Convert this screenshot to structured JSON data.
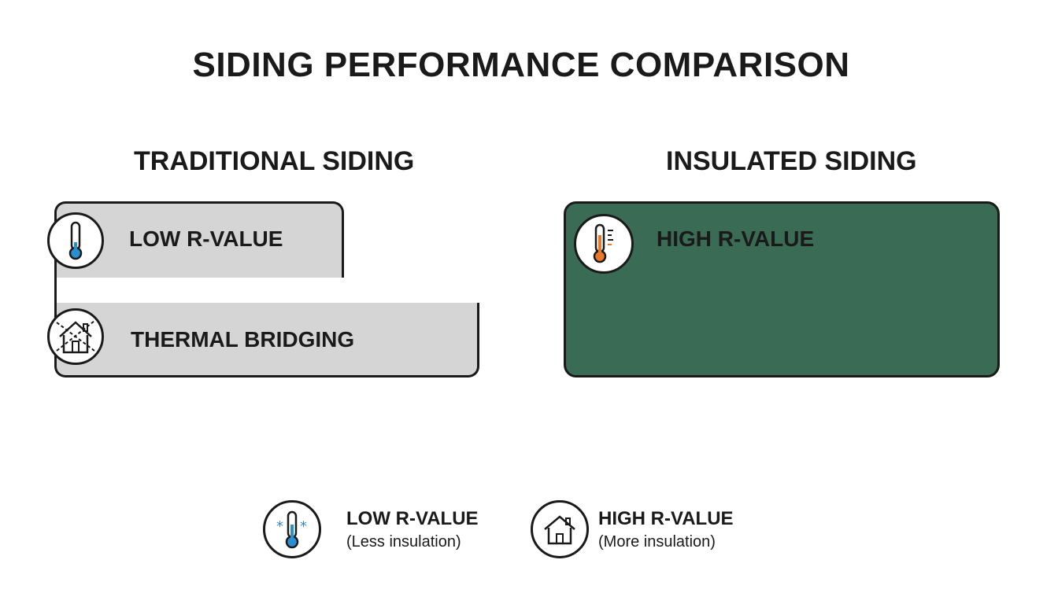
{
  "title": "SIDING PERFORMANCE COMPARISON",
  "traditional": {
    "heading": "TRADITIONAL SIDING",
    "rows": [
      {
        "label": "LOW R-VALUE",
        "icon": "thermometer-low-icon"
      },
      {
        "label": "THERMAL BRIDGING",
        "icon": "house-heat-loss-icon"
      }
    ],
    "color": "#d5d5d5"
  },
  "insulated": {
    "heading": "INSULATED SIDING",
    "rows": [
      {
        "label": "HIGH R-VALUE",
        "icon": "thermometer-high-icon"
      }
    ],
    "color": "#3a6b55"
  },
  "legend": [
    {
      "label": "LOW R-VALUE",
      "sub": "(Less insulation)",
      "icon": "thermometer-cold-icon"
    },
    {
      "label": "HIGH R-VALUE",
      "sub": "(More insulation)",
      "icon": "house-icon"
    }
  ]
}
